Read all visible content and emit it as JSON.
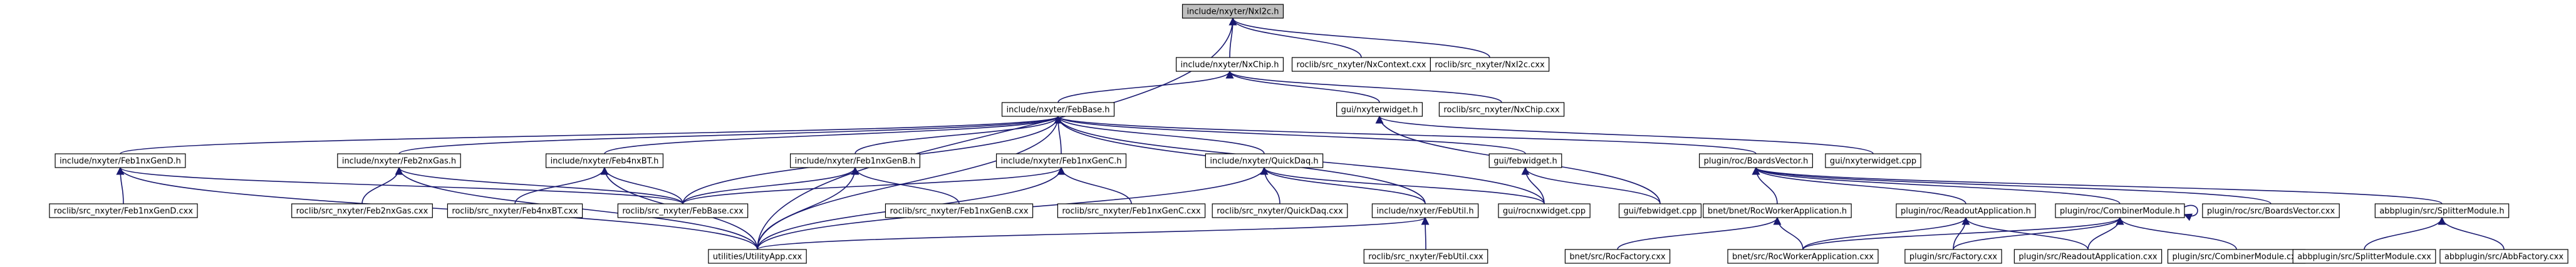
{
  "diagram": {
    "nodes": [
      {
        "id": "nxi2c_h",
        "label": "include/nxyter/NxI2c.h",
        "root": true
      },
      {
        "id": "nxcontext_cxx",
        "label": "roclib/src_nxyter/NxContext.cxx"
      },
      {
        "id": "nxi2c_cxx",
        "label": "roclib/src_nxyter/NxI2c.cxx"
      },
      {
        "id": "nxchip_h",
        "label": "include/nxyter/NxChip.h"
      },
      {
        "id": "febbase_h",
        "label": "include/nxyter/FebBase.h"
      },
      {
        "id": "nxchip_cxx",
        "label": "roclib/src_nxyter/NxChip.cxx"
      },
      {
        "id": "gui_nxyterwidget_h",
        "label": "gui/nxyterwidget.h"
      },
      {
        "id": "gui_nxyterwidget_cpp",
        "label": "gui/nxyterwidget.cpp"
      },
      {
        "id": "feb1nxgend_h",
        "label": "include/nxyter/Feb1nxGenD.h"
      },
      {
        "id": "feb2nxgas_h",
        "label": "include/nxyter/Feb2nxGas.h"
      },
      {
        "id": "feb4nxbt_h",
        "label": "include/nxyter/Feb4nxBT.h"
      },
      {
        "id": "feb1nxgenb_h",
        "label": "include/nxyter/Feb1nxGenB.h"
      },
      {
        "id": "feb1nxgenc_h",
        "label": "include/nxyter/Feb1nxGenC.h"
      },
      {
        "id": "quickdaq_h",
        "label": "include/nxyter/QuickDaq.h"
      },
      {
        "id": "guifebwidget_h",
        "label": "gui/febwidget.h"
      },
      {
        "id": "boardsvector_h",
        "label": "plugin/roc/BoardsVector.h"
      },
      {
        "id": "feb1nxgend_cxx",
        "label": "roclib/src_nxyter/Feb1nxGenD.cxx"
      },
      {
        "id": "feb2nxgas_cxx",
        "label": "roclib/src_nxyter/Feb2nxGas.cxx"
      },
      {
        "id": "febbase_cxx",
        "label": "roclib/src_nxyter/FebBase.cxx"
      },
      {
        "id": "feb4nxbt_cxx",
        "label": "roclib/src_nxyter/Feb4nxBT.cxx"
      },
      {
        "id": "feb1nxgenb_cxx",
        "label": "roclib/src_nxyter/Feb1nxGenB.cxx"
      },
      {
        "id": "feb1nxgenc_cxx",
        "label": "roclib/src_nxyter/Feb1nxGenC.cxx"
      },
      {
        "id": "quickdaq_cxx",
        "label": "roclib/src_nxyter/QuickDaq.cxx"
      },
      {
        "id": "febutil_h",
        "label": "include/nxyter/FebUtil.h"
      },
      {
        "id": "rocnxwidget_cpp",
        "label": "gui/rocnxwidget.cpp"
      },
      {
        "id": "febwidget_cpp",
        "label": "gui/febwidget.cpp"
      },
      {
        "id": "rocworkerapp_h",
        "label": "bnet/bnet/RocWorkerApplication.h"
      },
      {
        "id": "readoutapp_h",
        "label": "plugin/roc/ReadoutApplication.h"
      },
      {
        "id": "combinermodule_h",
        "label": "plugin/roc/CombinerModule.h"
      },
      {
        "id": "boardsvector_cxx",
        "label": "plugin/roc/src/BoardsVector.cxx"
      },
      {
        "id": "splittermodule_h",
        "label": "abbplugin/src/SplitterModule.h"
      },
      {
        "id": "utilityapp_cxx",
        "label": "utilities/UtilityApp.cxx"
      },
      {
        "id": "febutil_cxx",
        "label": "roclib/src_nxyter/FebUtil.cxx"
      },
      {
        "id": "rocfactory_cxx",
        "label": "bnet/src/RocFactory.cxx"
      },
      {
        "id": "rocworkerapp_cxx",
        "label": "bnet/src/RocWorkerApplication.cxx"
      },
      {
        "id": "pluginfactory_cxx",
        "label": "plugin/src/Factory.cxx"
      },
      {
        "id": "readoutapp_cxx",
        "label": "plugin/src/ReadoutApplication.cxx"
      },
      {
        "id": "combinermodule_cxx",
        "label": "plugin/src/CombinerModule.cxx"
      },
      {
        "id": "splittermodule_cxx",
        "label": "abbplugin/src/SplitterModule.cxx"
      },
      {
        "id": "abbfactory_cxx",
        "label": "abbplugin/src/AbbFactory.cxx"
      }
    ],
    "edges": [
      [
        "nxi2c_h",
        "nxchip_h"
      ],
      [
        "nxi2c_h",
        "nxcontext_cxx"
      ],
      [
        "nxi2c_h",
        "nxi2c_cxx"
      ],
      [
        "nxi2c_h",
        "utilityapp_cxx"
      ],
      [
        "nxchip_h",
        "febbase_h"
      ],
      [
        "nxchip_h",
        "nxchip_cxx"
      ],
      [
        "nxchip_h",
        "gui_nxyterwidget_h"
      ],
      [
        "gui_nxyterwidget_h",
        "gui_nxyterwidget_cpp"
      ],
      [
        "gui_nxyterwidget_h",
        "febwidget_cpp"
      ],
      [
        "febbase_h",
        "feb1nxgend_h"
      ],
      [
        "febbase_h",
        "feb2nxgas_h"
      ],
      [
        "febbase_h",
        "feb4nxbt_h"
      ],
      [
        "febbase_h",
        "feb1nxgenb_h"
      ],
      [
        "febbase_h",
        "feb1nxgenc_h"
      ],
      [
        "febbase_h",
        "quickdaq_h"
      ],
      [
        "febbase_h",
        "guifebwidget_h"
      ],
      [
        "febbase_h",
        "boardsvector_h"
      ],
      [
        "febbase_h",
        "febbase_cxx"
      ],
      [
        "febbase_h",
        "utilityapp_cxx"
      ],
      [
        "febbase_h",
        "febutil_h"
      ],
      [
        "febbase_h",
        "rocnxwidget_cpp"
      ],
      [
        "feb1nxgend_h",
        "feb1nxgend_cxx"
      ],
      [
        "feb1nxgend_h",
        "febbase_cxx"
      ],
      [
        "feb1nxgend_h",
        "utilityapp_cxx"
      ],
      [
        "feb2nxgas_h",
        "feb2nxgas_cxx"
      ],
      [
        "feb2nxgas_h",
        "febbase_cxx"
      ],
      [
        "feb2nxgas_h",
        "utilityapp_cxx"
      ],
      [
        "feb4nxbt_h",
        "feb4nxbt_cxx"
      ],
      [
        "feb4nxbt_h",
        "febbase_cxx"
      ],
      [
        "feb4nxbt_h",
        "utilityapp_cxx"
      ],
      [
        "feb1nxgenb_h",
        "feb1nxgenb_cxx"
      ],
      [
        "feb1nxgenb_h",
        "febbase_cxx"
      ],
      [
        "feb1nxgenb_h",
        "utilityapp_cxx"
      ],
      [
        "feb1nxgenc_h",
        "feb1nxgenc_cxx"
      ],
      [
        "feb1nxgenc_h",
        "febbase_cxx"
      ],
      [
        "feb1nxgenc_h",
        "utilityapp_cxx"
      ],
      [
        "quickdaq_h",
        "quickdaq_cxx"
      ],
      [
        "quickdaq_h",
        "febutil_h"
      ],
      [
        "quickdaq_h",
        "utilityapp_cxx"
      ],
      [
        "quickdaq_h",
        "rocnxwidget_cpp"
      ],
      [
        "febutil_h",
        "febutil_cxx"
      ],
      [
        "febutil_h",
        "utilityapp_cxx"
      ],
      [
        "guifebwidget_h",
        "rocnxwidget_cpp"
      ],
      [
        "guifebwidget_h",
        "febwidget_cpp"
      ],
      [
        "boardsvector_h",
        "rocworkerapp_h"
      ],
      [
        "boardsvector_h",
        "readoutapp_h"
      ],
      [
        "boardsvector_h",
        "combinermodule_h"
      ],
      [
        "boardsvector_h",
        "boardsvector_cxx"
      ],
      [
        "boardsvector_h",
        "splittermodule_h"
      ],
      [
        "rocworkerapp_h",
        "rocfactory_cxx"
      ],
      [
        "rocworkerapp_h",
        "rocworkerapp_cxx"
      ],
      [
        "readoutapp_h",
        "rocworkerapp_cxx"
      ],
      [
        "readoutapp_h",
        "pluginfactory_cxx"
      ],
      [
        "readoutapp_h",
        "readoutapp_cxx"
      ],
      [
        "combinermodule_h",
        "combinermodule_h"
      ],
      [
        "combinermodule_h",
        "rocworkerapp_cxx"
      ],
      [
        "combinermodule_h",
        "pluginfactory_cxx"
      ],
      [
        "combinermodule_h",
        "readoutapp_cxx"
      ],
      [
        "combinermodule_h",
        "combinermodule_cxx"
      ],
      [
        "splittermodule_h",
        "splittermodule_cxx"
      ],
      [
        "splittermodule_h",
        "abbfactory_cxx"
      ]
    ],
    "colors": {
      "edge": "#191970",
      "root_fill": "#bfbfbf",
      "node_fill": "#ffffff",
      "node_border": "#000000"
    }
  }
}
